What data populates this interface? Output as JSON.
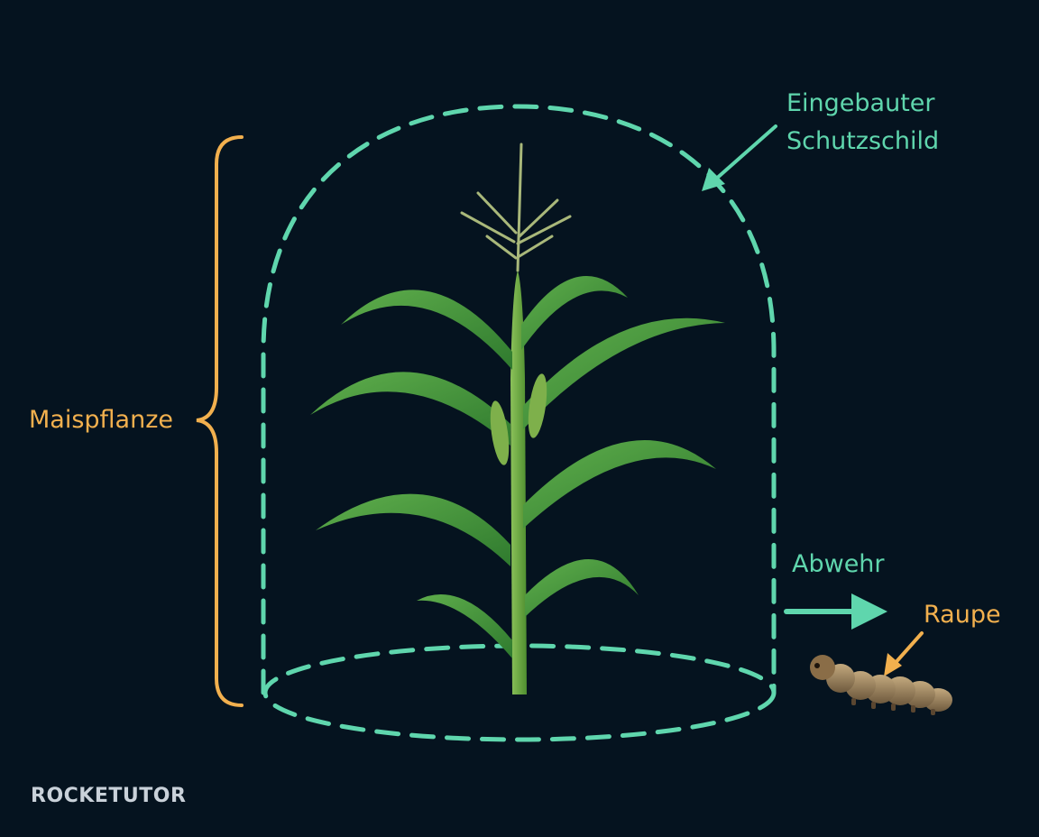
{
  "labels": {
    "plant": "Maispflanze",
    "shield_line1": "Eingebauter",
    "shield_line2": "Schutzschild",
    "defense": "Abwehr",
    "caterpillar": "Raupe"
  },
  "logo": {
    "text": "ROCKETUTOR"
  },
  "colors": {
    "background": "#05131f",
    "shield": "#5fd6ad",
    "plant_label": "#f2b04e",
    "leaf": "#3f8f3a",
    "stalk": "#6aa83f",
    "caterpillar": "#a58a62"
  },
  "icons": {
    "plant": "corn-plant",
    "insect": "caterpillar",
    "arrow": "arrow-right"
  }
}
